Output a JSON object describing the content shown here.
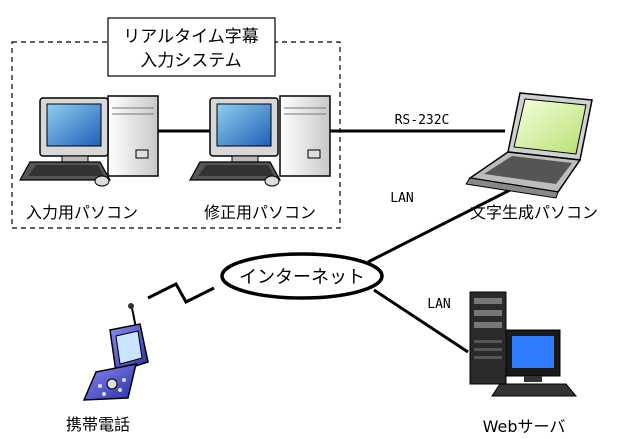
{
  "group": {
    "title_line1": "リアルタイム字幕",
    "title_line2": "入力システム"
  },
  "nodes": {
    "input_pc": "入力用パソコン",
    "correction_pc": "修正用パソコン",
    "caption_pc": "文字生成パソコン",
    "internet": "インターネット",
    "mobile": "携帯電話",
    "web_server": "Webサーバ"
  },
  "links": {
    "serial": "RS-232C",
    "lan_caption": "LAN",
    "lan_server": "LAN"
  }
}
